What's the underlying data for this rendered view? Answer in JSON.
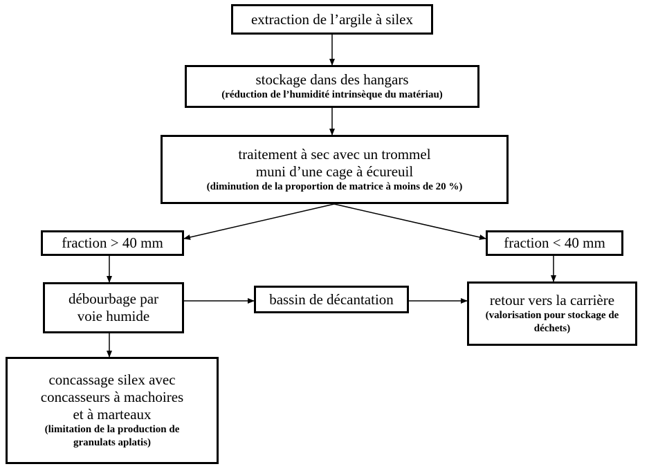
{
  "nodes": {
    "extraction": {
      "main": [
        "extraction de l’argile à silex"
      ],
      "sub": []
    },
    "stockage": {
      "main": [
        "stockage dans des hangars"
      ],
      "sub": [
        "(réduction de l’humidité intrinsèque du matériau)"
      ]
    },
    "traitement": {
      "main": [
        "traitement à sec avec un trommel",
        "muni d’une cage à écureuil"
      ],
      "sub": [
        "(diminution de la proportion de matrice à moins de 20 %)"
      ]
    },
    "fraction_gt": {
      "main": [
        "fraction > 40 mm"
      ],
      "sub": []
    },
    "fraction_lt": {
      "main": [
        "fraction < 40 mm"
      ],
      "sub": []
    },
    "debourbage": {
      "main": [
        "débourbage par",
        "voie humide"
      ],
      "sub": []
    },
    "bassin": {
      "main": [
        "bassin de décantation"
      ],
      "sub": []
    },
    "retour": {
      "main": [
        "retour vers la carrière"
      ],
      "sub": [
        "(valorisation pour stockage de",
        "déchets)"
      ]
    },
    "concassage": {
      "main": [
        "concassage silex avec",
        "concasseurs à machoires",
        "et à marteaux"
      ],
      "sub": [
        "(limitation de la production de",
        "granulats aplatis)"
      ]
    }
  }
}
